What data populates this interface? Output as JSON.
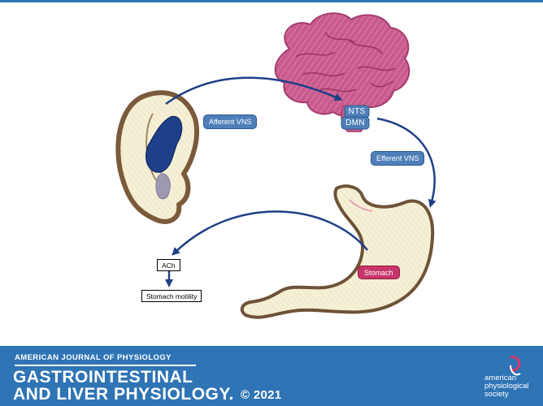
{
  "diagram": {
    "afferent_label": "Afferent VNS",
    "efferent_label": "Efferent VNS",
    "nts_label": "NTS",
    "dmn_label": "DMN",
    "stomach_label": "Stomach",
    "ach_label": "ACh",
    "motility_label": "Stomach motility",
    "colors": {
      "arrow": "#1f3f86",
      "brain": "#c95a8d",
      "ear_outline": "#7a5a3a",
      "ear_fill": "#f3ecce",
      "vagus_area": "#1e3f8a",
      "stomach_outline": "#6e5338",
      "stomach_fill": "#f5f0d8",
      "pill_blue": "#4f7fb9",
      "pill_pink": "#c8356a"
    }
  },
  "footer": {
    "kicker": "AMERICAN JOURNAL OF PHYSIOLOGY",
    "title_line1": "GASTROINTESTINAL",
    "title_line2": "AND LIVER PHYSIOLOGY.",
    "copyright": "© 2021",
    "publisher_line1": "american",
    "publisher_line2": "physiological",
    "publisher_line3": "society",
    "background_color": "#2f74b5"
  }
}
